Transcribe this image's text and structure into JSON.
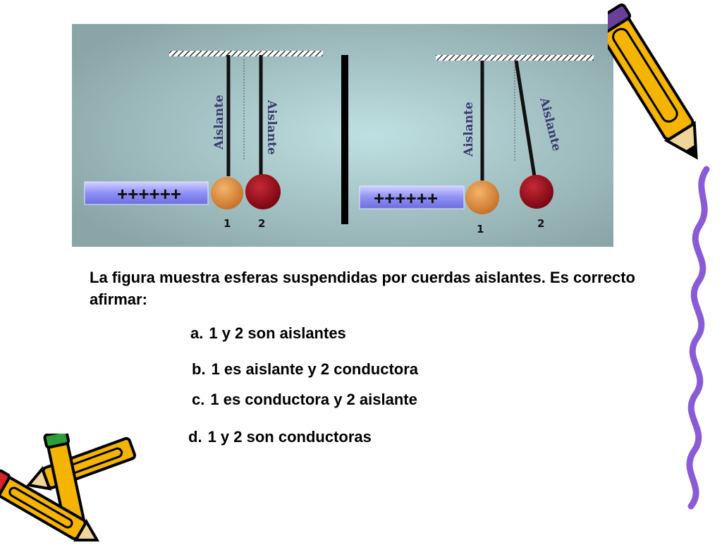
{
  "figure": {
    "left_setup": {
      "rod_label": "++++++",
      "string1_label": "Aislante",
      "string2_label": "Aislante",
      "sphere1_number": "1",
      "sphere2_number": "2"
    },
    "right_setup": {
      "rod_label": "++++++",
      "string1_label": "Aislante",
      "string2_label": "Aislante",
      "sphere1_number": "1",
      "sphere2_number": "2"
    },
    "colors": {
      "background": "#98b6b9",
      "sphere_1": "#d9883a",
      "sphere_2": "#9e0f1e",
      "rod": "#8c8cf0"
    }
  },
  "question": "La figura muestra esferas suspendidas por cuerdas aislantes. Es correcto afirmar:",
  "options": [
    {
      "letter": "a.",
      "text": "1 y 2 son aislantes"
    },
    {
      "letter": "b.",
      "text": "1 es aislante y 2 conductora"
    },
    {
      "letter": "c.",
      "text": "1 es conductora y 2 aislante"
    },
    {
      "letter": "d.",
      "text": "1 y 2 son conductoras"
    }
  ],
  "decorations": {
    "pencil_icon": "pencil-icon",
    "border_icon": "wavy-border-icon"
  }
}
